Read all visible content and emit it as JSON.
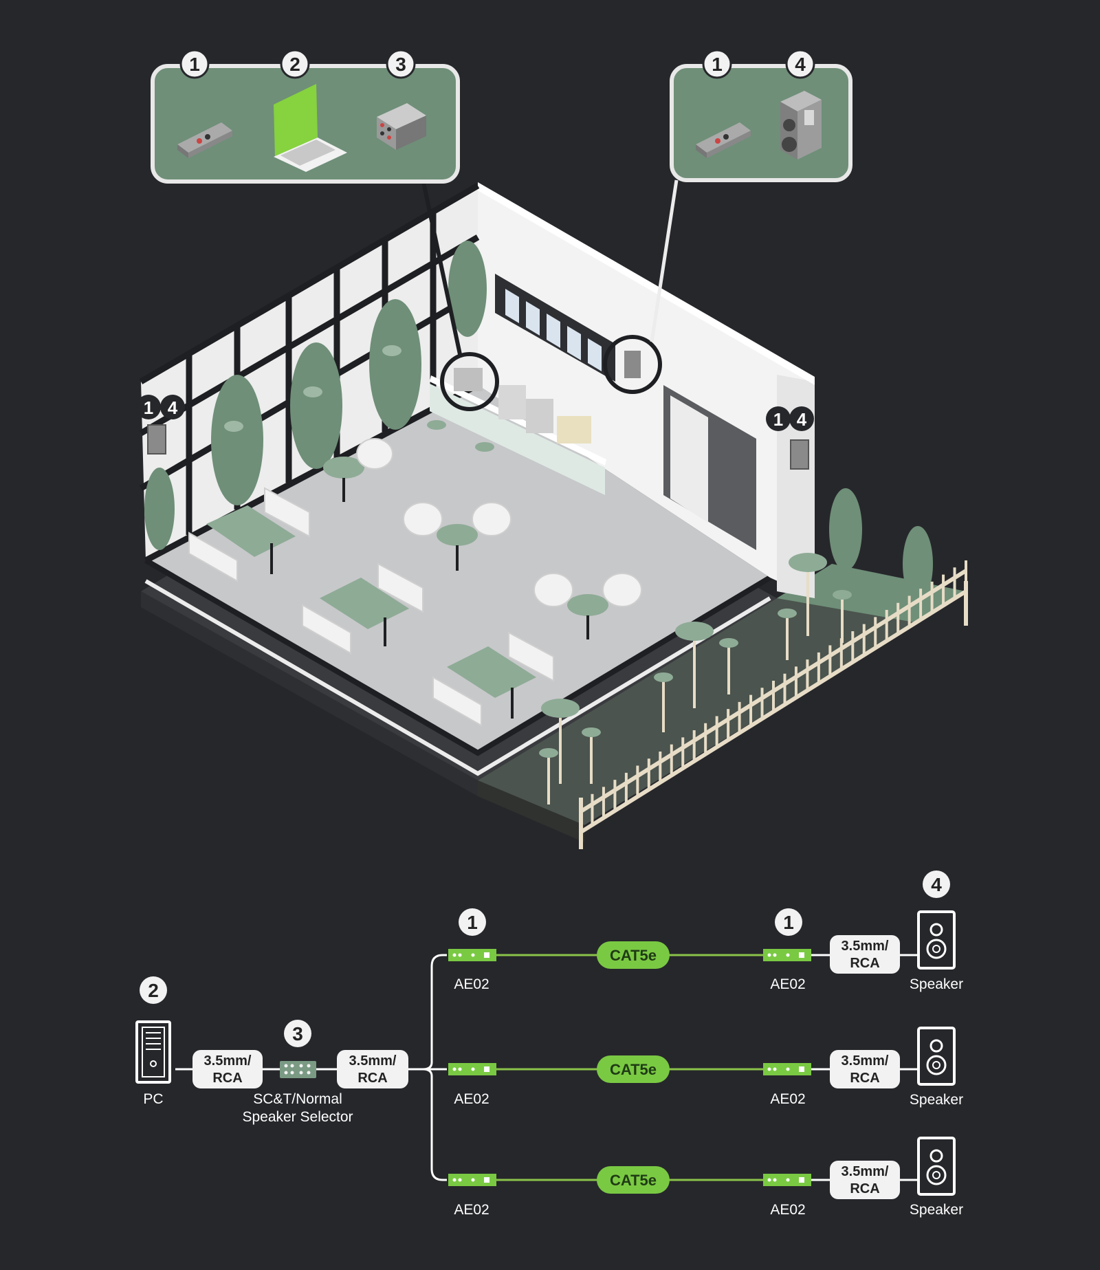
{
  "callouts": {
    "left": {
      "badges": [
        "1",
        "2",
        "3"
      ]
    },
    "right": {
      "badges": [
        "1",
        "4"
      ]
    },
    "wall_left": [
      "1",
      "4"
    ],
    "wall_right": [
      "1",
      "4"
    ]
  },
  "diagram": {
    "source": {
      "badge": "2",
      "label": "PC"
    },
    "source_connector": [
      "3.5mm/",
      "RCA"
    ],
    "selector": {
      "badge": "3",
      "label_line1": "SC&T/Normal",
      "label_line2": "Speaker Selector"
    },
    "selector_connector": [
      "3.5mm/",
      "RCA"
    ],
    "sender_badge": "1",
    "receiver_badge": "1",
    "speaker_badge": "4",
    "rows": [
      {
        "sender": "AE02",
        "cable": "CAT5e",
        "receiver": "AE02",
        "connector": [
          "3.5mm/",
          "RCA"
        ],
        "speaker": "Speaker"
      },
      {
        "sender": "AE02",
        "cable": "CAT5e",
        "receiver": "AE02",
        "connector": [
          "3.5mm/",
          "RCA"
        ],
        "speaker": "Speaker"
      },
      {
        "sender": "AE02",
        "cable": "CAT5e",
        "receiver": "AE02",
        "connector": [
          "3.5mm/",
          "RCA"
        ],
        "speaker": "Speaker"
      }
    ],
    "colors": {
      "background": "#26272b",
      "line_green": "#8bc34a",
      "device_green": "#7ac943",
      "panel_green": "#6f8f78",
      "badge": "#f2f2f2"
    }
  }
}
